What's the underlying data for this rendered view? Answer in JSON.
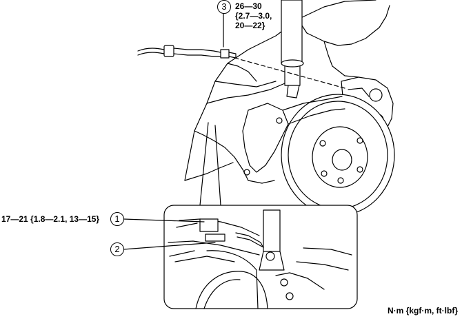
{
  "callouts": [
    {
      "number": "1",
      "torque": "17—21 {1.8—2.1, 13—15}"
    },
    {
      "number": "2",
      "torque": ""
    },
    {
      "number": "3",
      "torque_lines": [
        "26—30",
        "{2.7—3.0,",
        "20—22}"
      ]
    }
  ],
  "units": "N·m {kgf·m, ft·lbf}"
}
